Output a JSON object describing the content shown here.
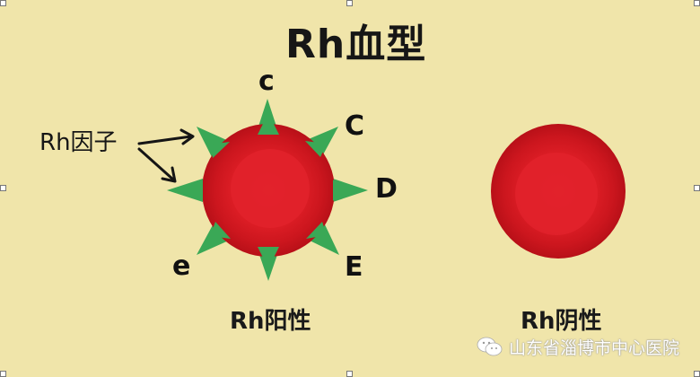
{
  "title": "Rh血型",
  "factor_label": "Rh因子",
  "antigens": {
    "top": "c",
    "upper_right": "C",
    "right": "D",
    "lower_right": "E",
    "lower_left": "e"
  },
  "captions": {
    "positive": "Rh阳性",
    "negative": "Rh阴性"
  },
  "watermark": {
    "icon": "wechat-icon",
    "text": "山东省淄博市中心医院"
  },
  "colors": {
    "background": "#f0e5aa",
    "cell_outer": "#d41a20",
    "cell_inner": "#e01e26",
    "cell_edge": "#b8121a",
    "antigen_spike": "#3aa856",
    "text": "#161616"
  }
}
